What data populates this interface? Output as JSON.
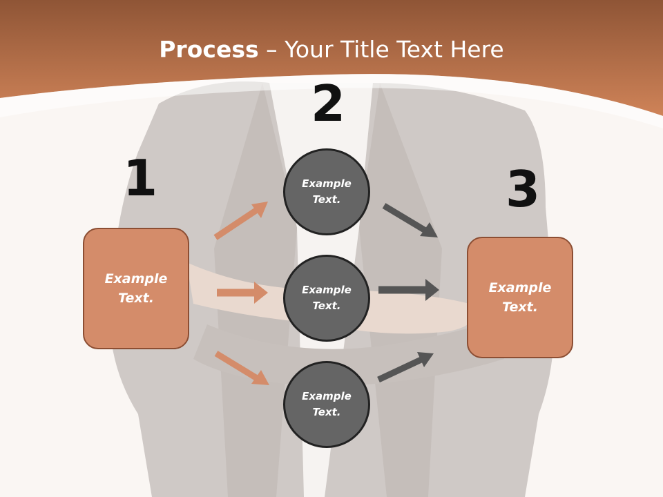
{
  "slide": {
    "title_bold": "Process",
    "title_rest": " – Your Title Text Here",
    "steps": [
      "1",
      "2",
      "3"
    ],
    "left_box": "Example\nText.",
    "right_box": "Example\nText.",
    "circles": [
      "Example\nText.",
      "Example\nText.",
      "Example\nText."
    ]
  },
  "colors": {
    "accent_orange": "#c8774e",
    "box_fill": "#d48c6a",
    "circle_fill": "#656565",
    "arrow_gray": "#555555"
  }
}
